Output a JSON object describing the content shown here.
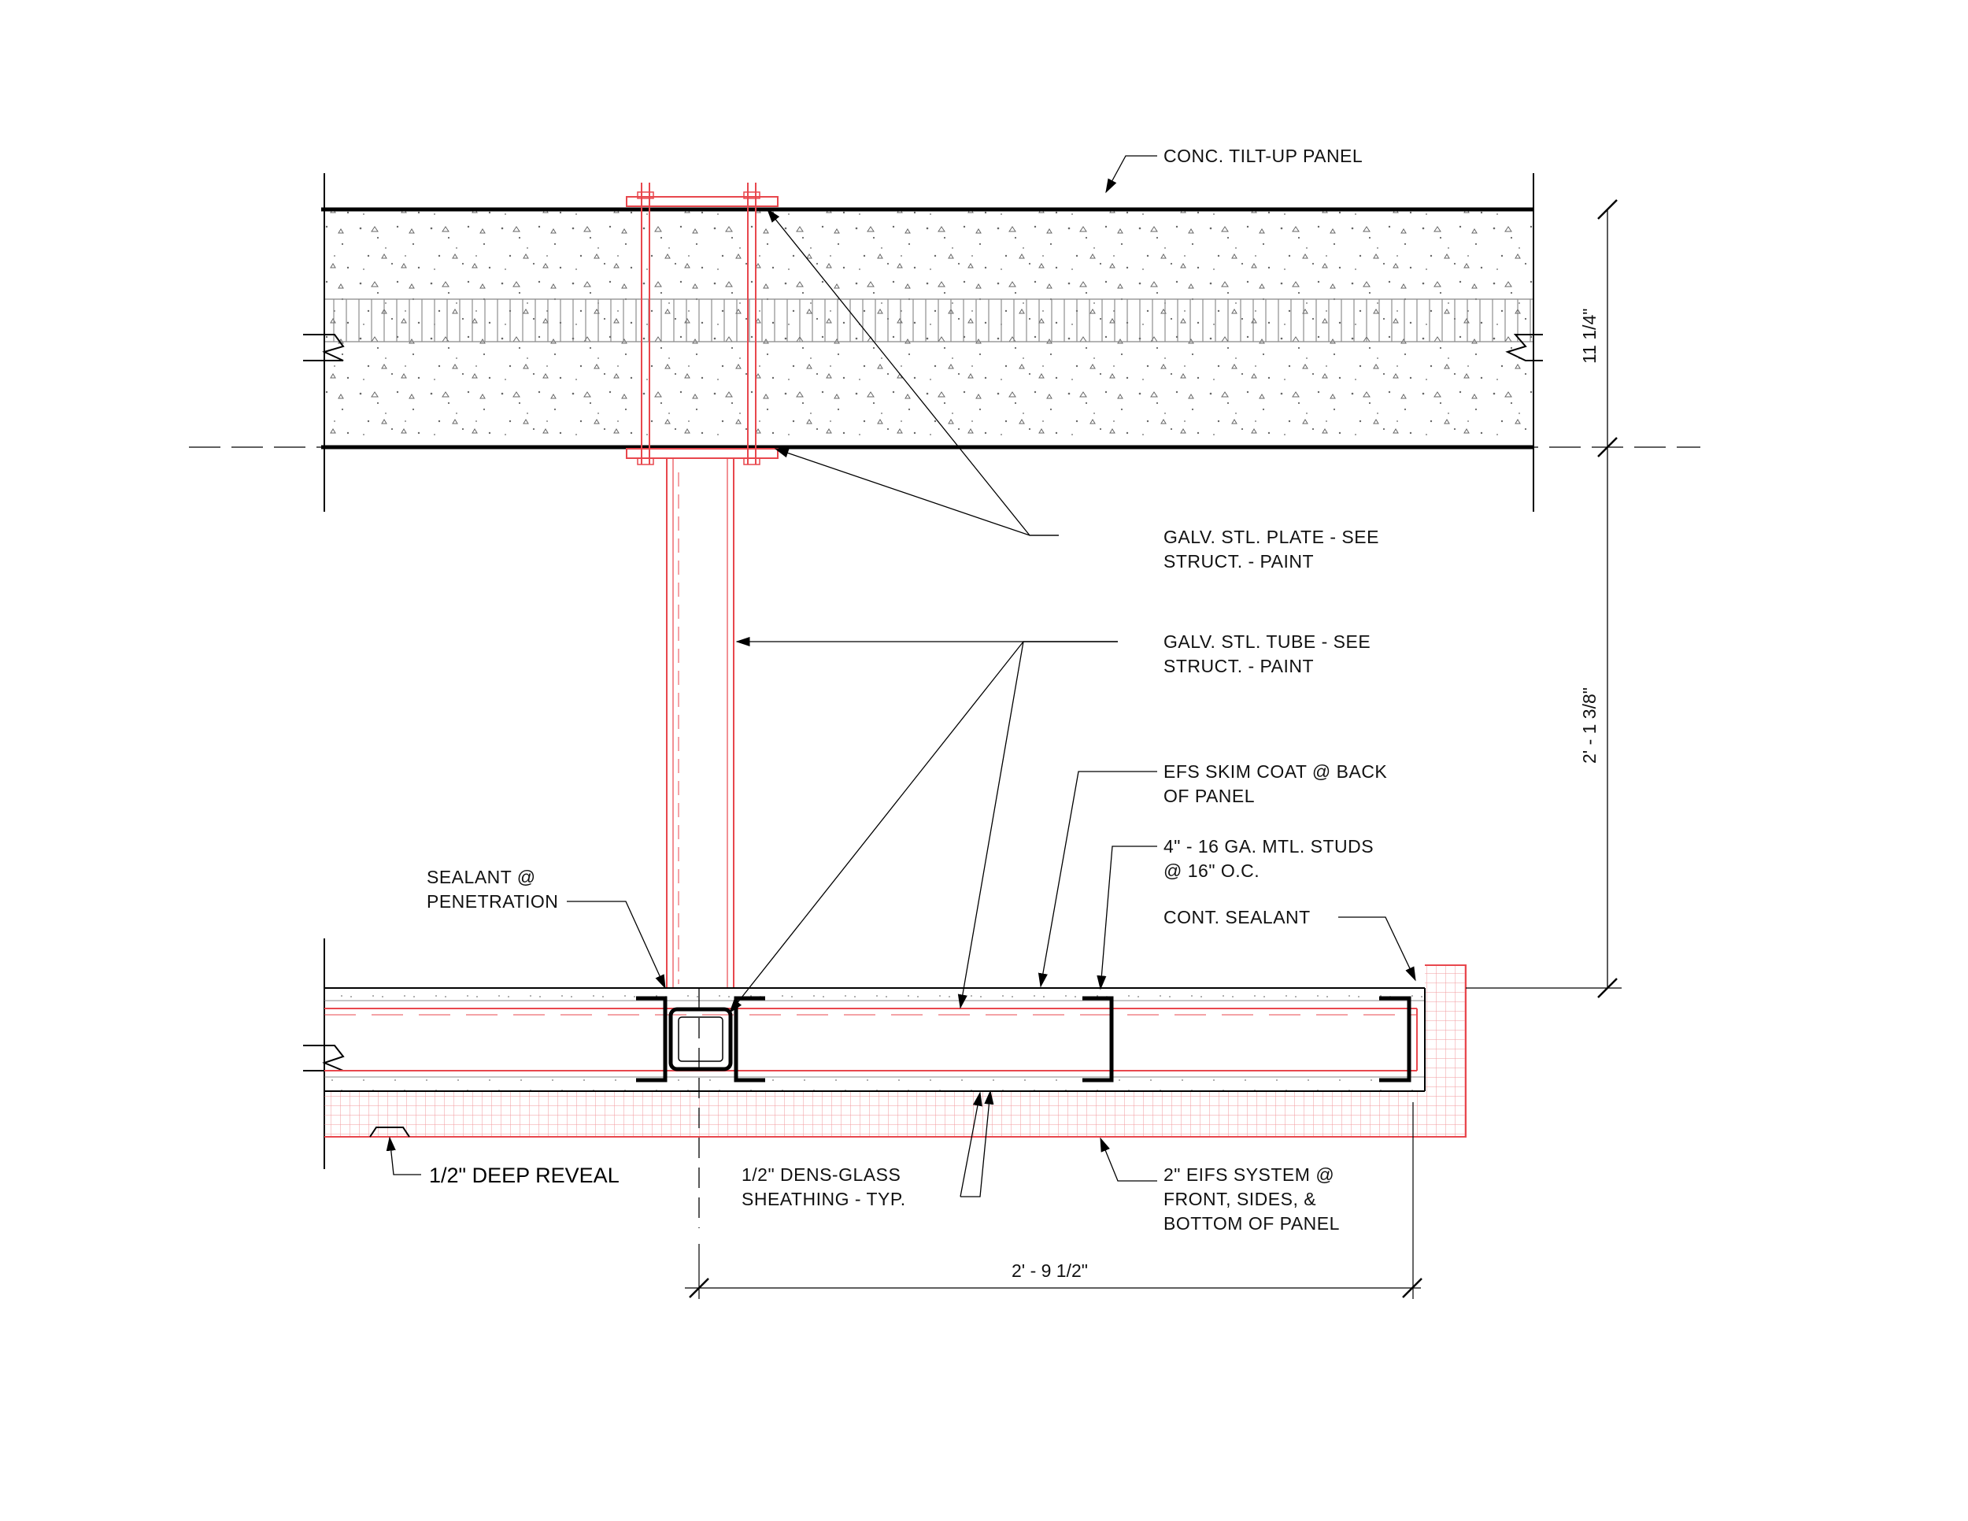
{
  "labels": {
    "tilt_up_panel": "CONC. TILT-UP PANEL",
    "galv_plate_line1": "GALV. STL. PLATE - SEE",
    "galv_plate_line2": "STRUCT. - PAINT",
    "galv_tube_line1": "GALV. STL. TUBE - SEE",
    "galv_tube_line2": "STRUCT. - PAINT",
    "efs_skim_line1": "EFS SKIM COAT @ BACK",
    "efs_skim_line2": "OF PANEL",
    "studs_line1": "4\" - 16 GA. MTL. STUDS",
    "studs_line2": "@ 16\" O.C.",
    "sealant_pen_line1": "SEALANT @",
    "sealant_pen_line2": "PENETRATION",
    "cont_sealant": "CONT. SEALANT",
    "deep_reveal": "1/2\" DEEP REVEAL",
    "dens_glass_line1": "1/2\" DENS-GLASS",
    "dens_glass_line2": "SHEATHING - TYP.",
    "eifs_line1": "2\" EIFS SYSTEM @",
    "eifs_line2": "FRONT, SIDES, &",
    "eifs_line3": "BOTTOM OF PANEL"
  },
  "dimensions": {
    "panel_thickness": "11 1/4\"",
    "tube_height": "2' - 1 3/8\"",
    "horizontal": "2' - 9 1/2\""
  },
  "colors": {
    "linework": "#000000",
    "highlight": "#e8474d",
    "concrete_stipple": "#555555"
  }
}
